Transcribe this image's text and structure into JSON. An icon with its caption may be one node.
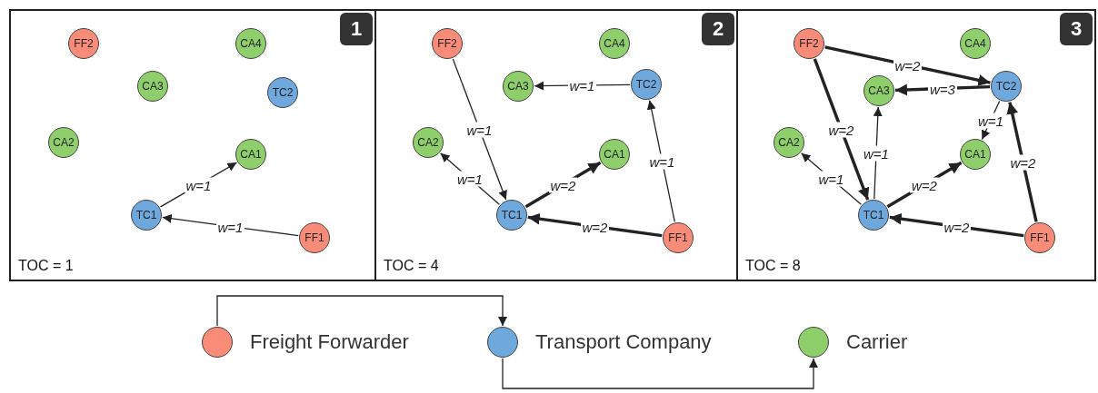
{
  "diagram": {
    "nodes": [
      {
        "text": [
          "1",
          "TOC = 1"
        ]
      },
      {
        "text": [
          "FF2"
        ],
        "in": 0
      },
      {
        "text": [
          "CA4"
        ],
        "in": 0
      },
      {
        "text": [
          "CA3"
        ],
        "in": 0
      },
      {
        "text": [
          "TC2"
        ],
        "in": 0
      },
      {
        "text": [
          "CA2"
        ],
        "in": 0
      },
      {
        "text": [
          "CA1"
        ],
        "in": 0
      },
      {
        "text": [
          "TC1"
        ],
        "in": 0
      },
      {
        "text": [
          "FF1"
        ],
        "in": 0
      },
      {
        "text": [
          "2",
          "TOC = 4"
        ]
      },
      {
        "text": [
          "FF2"
        ],
        "in": 9
      },
      {
        "text": [
          "CA4"
        ],
        "in": 9
      },
      {
        "text": [
          "CA3"
        ],
        "in": 9
      },
      {
        "text": [
          "TC2"
        ],
        "in": 9
      },
      {
        "text": [
          "CA2"
        ],
        "in": 9
      },
      {
        "text": [
          "CA1"
        ],
        "in": 9
      },
      {
        "text": [
          "TC1"
        ],
        "in": 9
      },
      {
        "text": [
          "FF1"
        ],
        "in": 9
      },
      {
        "text": [
          "3",
          "TOC = 8"
        ]
      },
      {
        "text": [
          "FF2"
        ],
        "in": 18
      },
      {
        "text": [
          "CA4"
        ],
        "in": 18
      },
      {
        "text": [
          "CA3"
        ],
        "in": 18
      },
      {
        "text": [
          "TC2"
        ],
        "in": 18
      },
      {
        "text": [
          "CA2"
        ],
        "in": 18
      },
      {
        "text": [
          "CA1"
        ],
        "in": 18
      },
      {
        "text": [
          "TC1"
        ],
        "in": 18
      },
      {
        "text": [
          "FF1"
        ],
        "in": 18
      },
      {
        "text": [],
        "shape": "circle",
        "beside": [
          "Freight Forwarder"
        ]
      },
      {
        "text": [],
        "shape": "circle",
        "beside": [
          "Transport Company"
        ]
      },
      {
        "text": [],
        "shape": "circle",
        "beside": [
          "Carrier"
        ]
      }
    ],
    "edges": [
      {
        "from": 7,
        "to": 6,
        "arrow": "to",
        "label": "w=1"
      },
      {
        "from": 8,
        "to": 7,
        "arrow": "to",
        "label": "w=1"
      },
      {
        "from": 10,
        "to": 16,
        "arrow": "to",
        "label": "w=1"
      },
      {
        "from": 13,
        "to": 12,
        "arrow": "to",
        "label": "w=1"
      },
      {
        "from": 16,
        "to": 14,
        "arrow": "to",
        "label": "w=1"
      },
      {
        "from": 16,
        "to": 15,
        "arrow": "to",
        "label": "w=2",
        "style": "thick"
      },
      {
        "from": 17,
        "to": 16,
        "arrow": "to",
        "label": "w=2",
        "style": "thick"
      },
      {
        "from": 17,
        "to": 13,
        "arrow": "to",
        "label": "w=1"
      },
      {
        "from": 19,
        "to": 22,
        "arrow": "to",
        "label": "w=2",
        "style": "thick"
      },
      {
        "from": 19,
        "to": 25,
        "arrow": "to",
        "label": "w=2",
        "style": "thick"
      },
      {
        "from": 22,
        "to": 21,
        "arrow": "to",
        "label": "w=3",
        "style": "thick"
      },
      {
        "from": 22,
        "to": 24,
        "arrow": "to",
        "label": "w=1"
      },
      {
        "from": 25,
        "to": 21,
        "arrow": "to",
        "label": "w=1"
      },
      {
        "from": 25,
        "to": 23,
        "arrow": "to",
        "label": "w=1"
      },
      {
        "from": 25,
        "to": 24,
        "arrow": "to",
        "label": "w=2",
        "style": "thick"
      },
      {
        "from": 26,
        "to": 25,
        "arrow": "to",
        "label": "w=2",
        "style": "thick"
      },
      {
        "from": 26,
        "to": 22,
        "arrow": "to",
        "label": "w=2",
        "style": "thick"
      },
      {
        "from": 27,
        "to": 28,
        "arrow": "to"
      },
      {
        "from": 28,
        "to": 29,
        "arrow": "to"
      }
    ]
  }
}
